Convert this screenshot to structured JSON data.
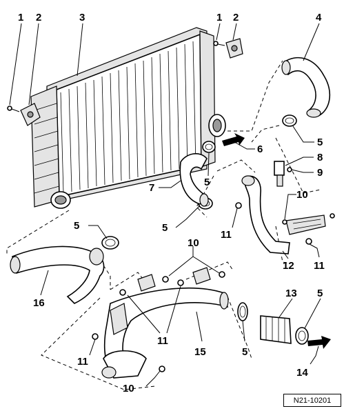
{
  "diagram": {
    "callouts": [
      {
        "id": "c1a",
        "text": "1"
      },
      {
        "id": "c2a",
        "text": "2"
      },
      {
        "id": "c3",
        "text": "3"
      },
      {
        "id": "c1b",
        "text": "1"
      },
      {
        "id": "c2b",
        "text": "2"
      },
      {
        "id": "c4",
        "text": "4"
      },
      {
        "id": "c5a",
        "text": "5"
      },
      {
        "id": "c6",
        "text": "6"
      },
      {
        "id": "c8",
        "text": "8"
      },
      {
        "id": "c9",
        "text": "9"
      },
      {
        "id": "c7",
        "text": "7"
      },
      {
        "id": "c5b",
        "text": "5"
      },
      {
        "id": "c10a",
        "text": "10"
      },
      {
        "id": "c5c",
        "text": "5"
      },
      {
        "id": "c11a",
        "text": "11"
      },
      {
        "id": "c5d",
        "text": "5"
      },
      {
        "id": "c10b",
        "text": "10"
      },
      {
        "id": "c12",
        "text": "12"
      },
      {
        "id": "c11b",
        "text": "11"
      },
      {
        "id": "c16",
        "text": "16"
      },
      {
        "id": "c13",
        "text": "13"
      },
      {
        "id": "c5e",
        "text": "5"
      },
      {
        "id": "c11c",
        "text": "11"
      },
      {
        "id": "c11d",
        "text": "11"
      },
      {
        "id": "c15",
        "text": "15"
      },
      {
        "id": "c5f",
        "text": "5"
      },
      {
        "id": "c14",
        "text": "14"
      },
      {
        "id": "c10c",
        "text": "10"
      }
    ],
    "reference": "N21-10201"
  }
}
